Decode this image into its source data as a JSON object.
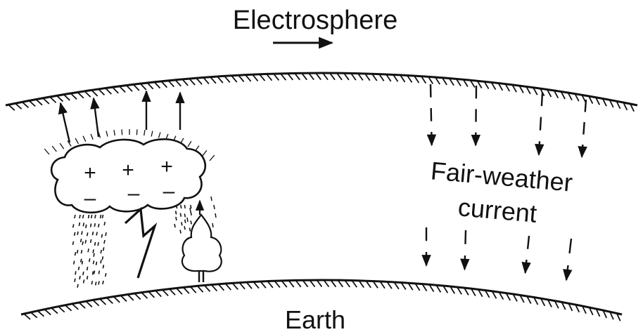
{
  "labels": {
    "top": "Electrosphere",
    "bottom": "Earth",
    "current_line1": "Fair-weather",
    "current_line2": "current"
  },
  "charges": {
    "positive": "+",
    "negative": "–"
  },
  "colors": {
    "ink": "#111111",
    "background": "#ffffff"
  }
}
